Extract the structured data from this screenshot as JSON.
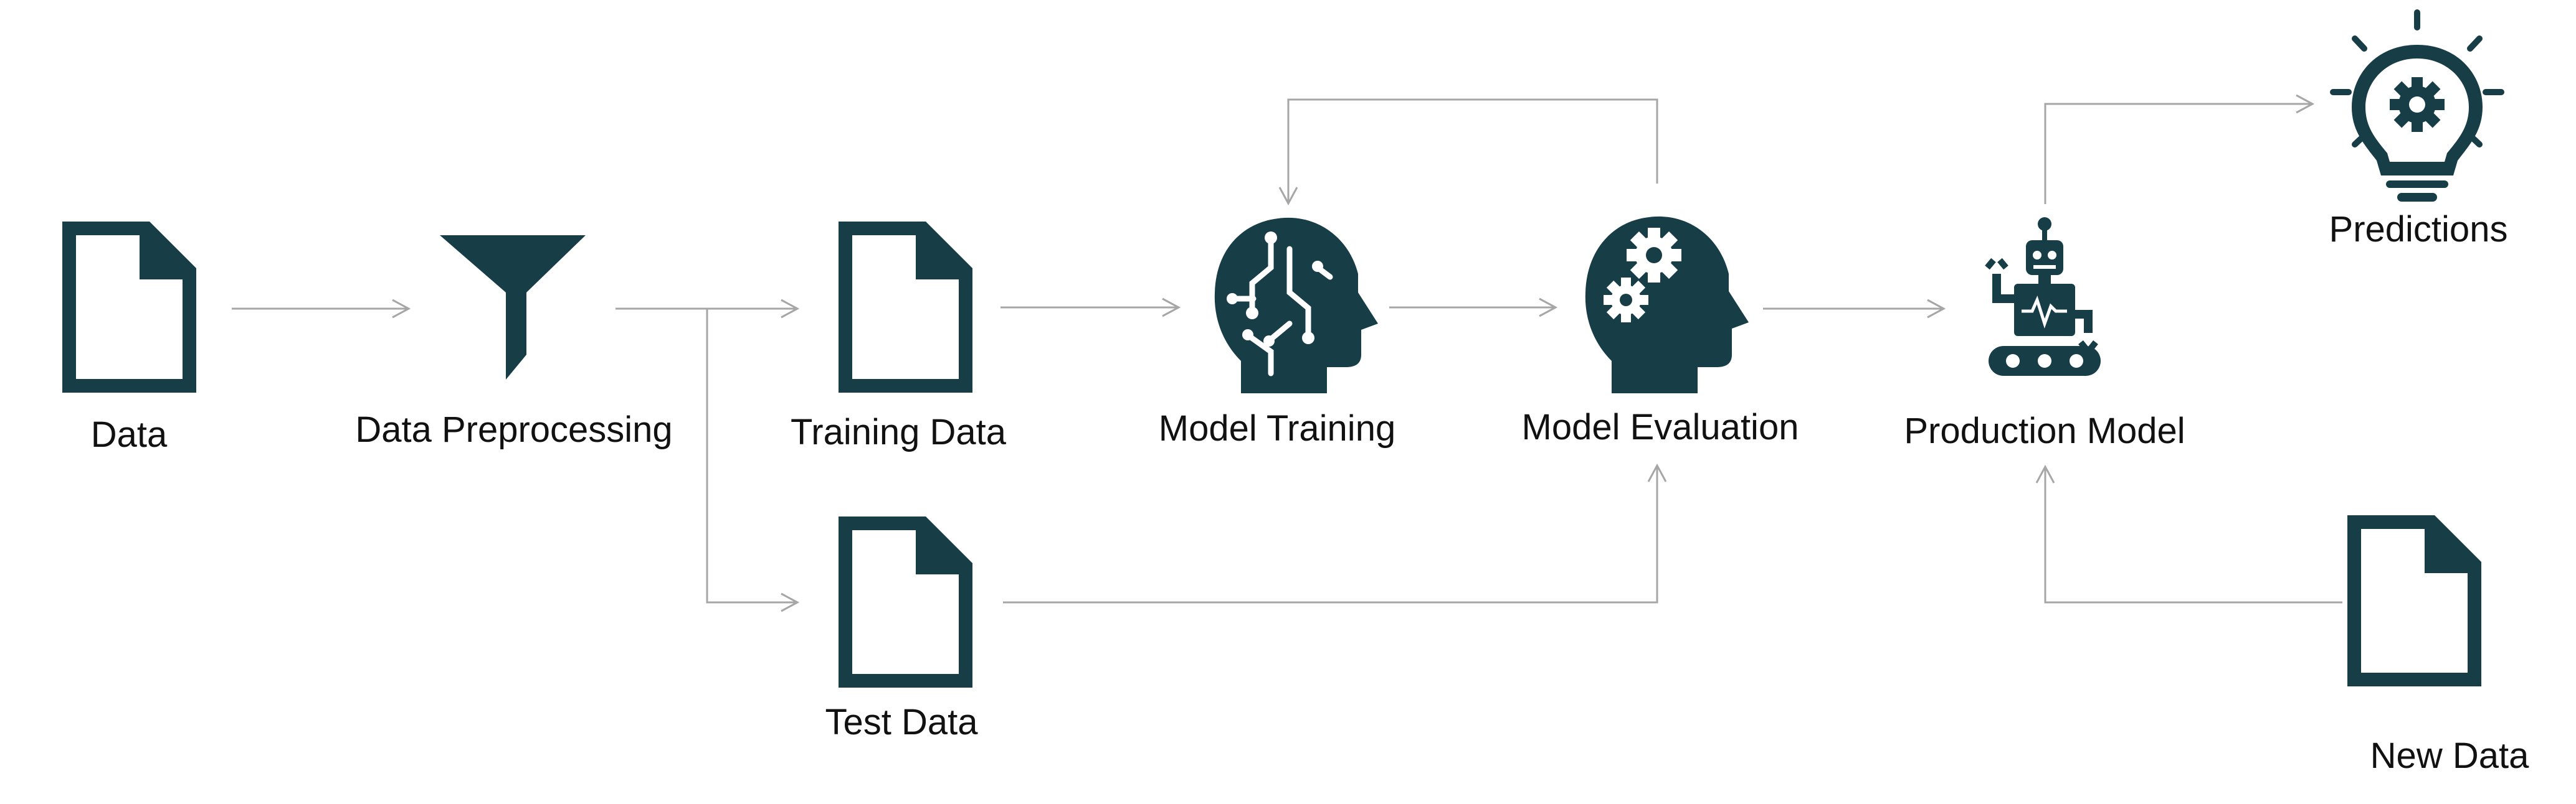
{
  "nodes": {
    "data": {
      "label": "Data",
      "icon": "document-icon"
    },
    "preprocessing": {
      "label": "Data Preprocessing",
      "icon": "funnel-icon"
    },
    "training_data": {
      "label": "Training Data",
      "icon": "document-icon"
    },
    "test_data": {
      "label": "Test Data",
      "icon": "document-icon"
    },
    "model_training": {
      "label": "Model Training",
      "icon": "brain-circuit-head-icon"
    },
    "model_evaluation": {
      "label": "Model Evaluation",
      "icon": "gears-head-icon"
    },
    "production_model": {
      "label": "Production Model",
      "icon": "robot-icon"
    },
    "predictions": {
      "label": "Predictions",
      "icon": "lightbulb-gear-icon"
    },
    "new_data": {
      "label": "New Data",
      "icon": "document-icon"
    }
  },
  "colors": {
    "icon": "#173e47",
    "arrow": "#a6a6a6",
    "text": "#111111"
  }
}
